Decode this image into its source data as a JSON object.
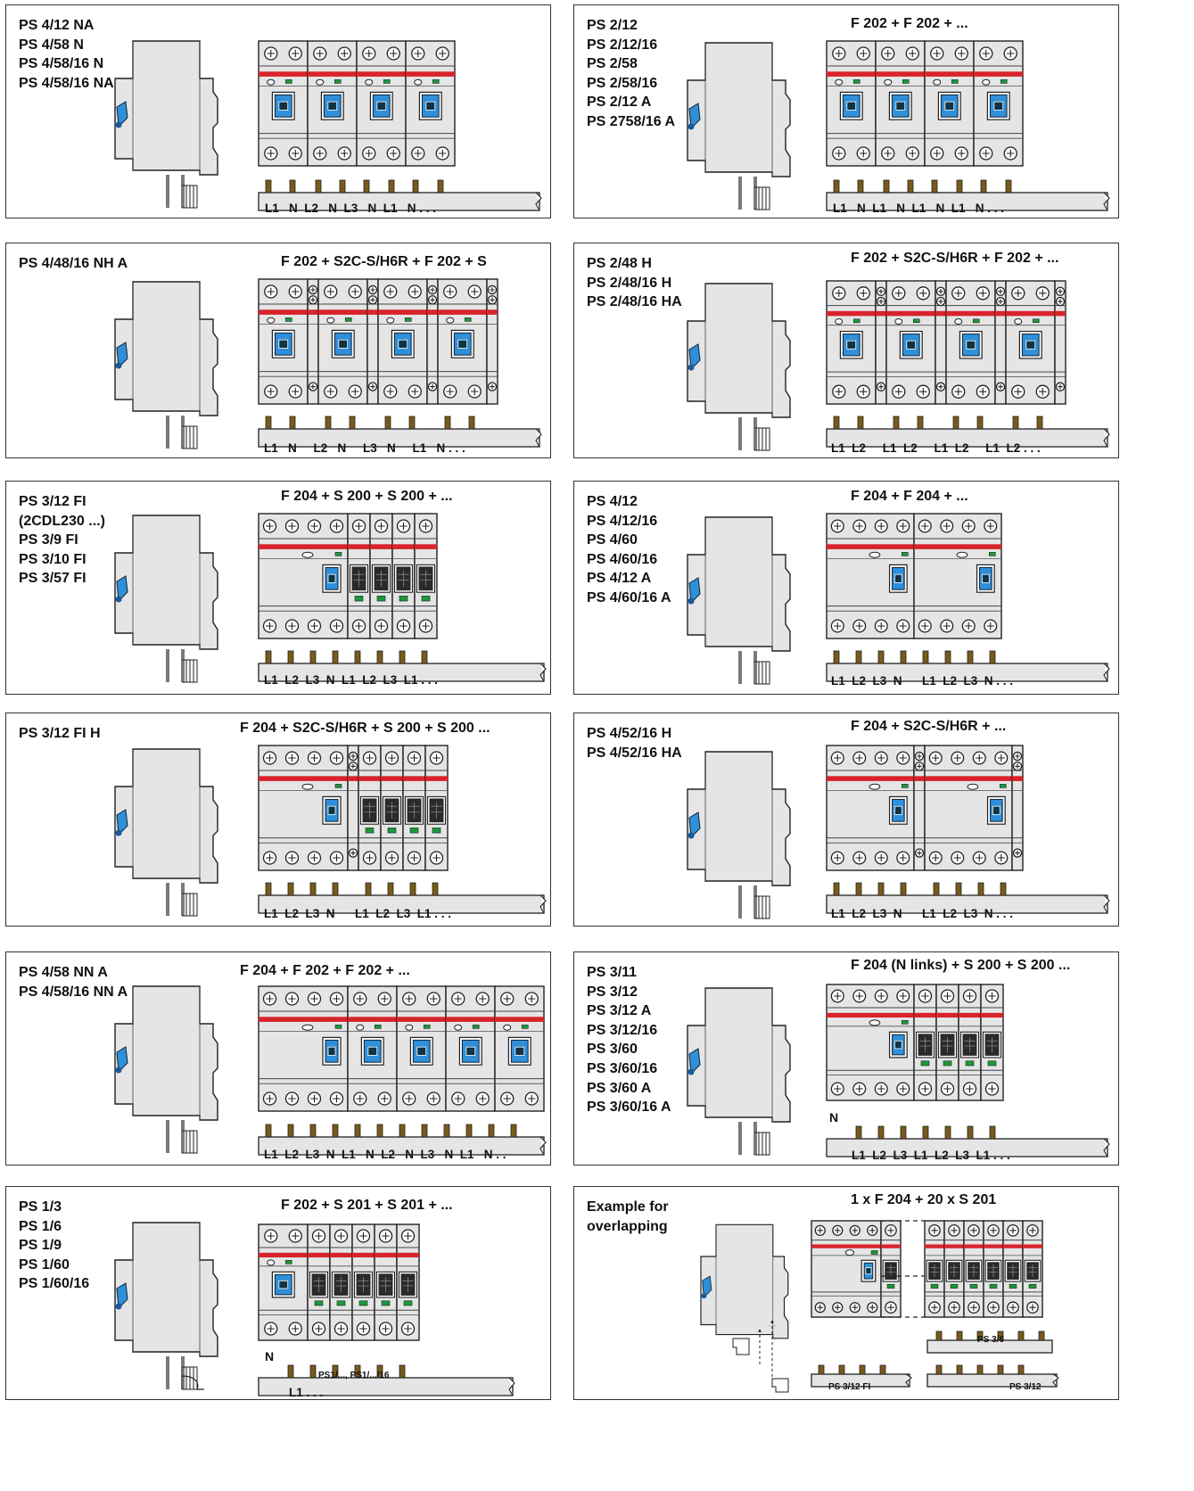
{
  "panels": [
    {
      "codes": [
        "PS 4/12 NA",
        "PS 4/58 N",
        "PS 4/58/16 N",
        "PS 4/58/16 NA"
      ],
      "combo": "",
      "bus_label": "L1   N  L2   N  L3   N  L1   N . . ."
    },
    {
      "codes": [
        "PS 2/12",
        "PS 2/12/16",
        "PS 2/58",
        "PS 2/58/16",
        "PS 2/12 A",
        "PS 2758/16 A"
      ],
      "combo": "F 202 + F 202 + ...",
      "bus_label": "L1   N  L1   N  L1   N  L1   N . . ."
    },
    {
      "codes": [
        "PS 4/48/16 NH A"
      ],
      "combo": "F 202 + S2C-S/H6R + F 202 + S",
      "bus_label": "L1   N     L2   N     L3   N     L1   N . . ."
    },
    {
      "codes": [
        "PS 2/48 H",
        "PS 2/48/16 H",
        "PS 2/48/16 HA"
      ],
      "combo": "F 202 + S2C-S/H6R + F 202 + ...",
      "bus_label": "L1  L2     L1  L2     L1  L2     L1  L2 . . ."
    },
    {
      "codes": [
        "PS 3/12 FI",
        "(2CDL230 ...)",
        "PS 3/9 FI",
        "PS 3/10 FI",
        "PS 3/57 FI"
      ],
      "combo": "F 204 + S 200 + S 200 + ...",
      "bus_label": "L1  L2  L3  N  L1  L2  L3  L1 . . ."
    },
    {
      "codes": [
        "PS 4/12",
        "PS 4/12/16",
        "PS 4/60",
        "PS 4/60/16",
        "PS 4/12 A",
        "PS 4/60/16 A"
      ],
      "combo": "F 204 + F 204 + ...",
      "bus_label": "L1  L2  L3  N      L1  L2  L3  N . . ."
    },
    {
      "codes": [
        "PS 3/12 FI H"
      ],
      "combo": "F 204 + S2C-S/H6R + S 200 + S 200 ...",
      "bus_label": "L1  L2  L3  N      L1  L2  L3  L1 . . ."
    },
    {
      "codes": [
        "PS 4/52/16 H",
        "PS 4/52/16 HA"
      ],
      "combo": "F 204 + S2C-S/H6R + ...",
      "bus_label": "L1  L2  L3  N      L1  L2  L3  N . . ."
    },
    {
      "codes": [
        "PS 4/58 NN A",
        "PS 4/58/16 NN A"
      ],
      "combo": "F 204 + F 202 + F 202 + ...",
      "bus_label": "L1  L2  L3  N  L1   N  L2   N  L3   N  L1   N . ."
    },
    {
      "codes": [
        "PS 3/11",
        "PS 3/12",
        "PS 3/12 A",
        "PS 3/12/16",
        "PS 3/60",
        "PS 3/60/16",
        "PS 3/60 A",
        "PS 3/60/16 A"
      ],
      "combo": "F 204 (N links) + S 200 + S 200 ...",
      "bus_label": "L1  L2  L3  L1  L2  L3  L1 . . .",
      "n_label": "N"
    },
    {
      "codes": [
        "PS 1/3",
        "PS 1/6",
        "PS 1/9",
        "PS 1/60",
        "PS 1/60/16"
      ],
      "combo": "F 202 + S 201 + S 201 + ...",
      "bus_label": "L1 . . .",
      "n_label": "N",
      "bar_text": "PS1/..., PS1/.../16"
    },
    {
      "codes": [
        "Example for",
        "overlapping"
      ],
      "combo": "1 x F 204 + 20 x S 201",
      "labels": [
        "PS 3/6",
        "PS 3/12 FI",
        "PS 3/12"
      ]
    }
  ],
  "colors": {
    "body": "#e5e5e5",
    "stripe": "#d8232a",
    "handle": "#2f8fd8",
    "led": "#1a9a3a",
    "pin": "#7a5a1a"
  }
}
